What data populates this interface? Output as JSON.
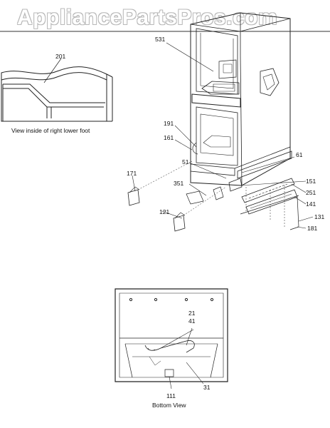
{
  "watermark": "AppliancePartsPros.com",
  "inset": {
    "caption": "View inside of right lower foot",
    "callout": "201"
  },
  "main_view": {
    "callouts": {
      "c531": "531",
      "c191": "191",
      "c161": "161",
      "c51": "51",
      "c61": "61",
      "c171": "171",
      "c351": "351",
      "c151": "151",
      "c251": "251",
      "c121": "121",
      "c141": "141",
      "c131": "131",
      "c181": "181"
    }
  },
  "bottom_view": {
    "caption": "Bottom View",
    "callouts": {
      "c21": "21",
      "c41": "41",
      "c31": "31",
      "c111": "111"
    }
  }
}
